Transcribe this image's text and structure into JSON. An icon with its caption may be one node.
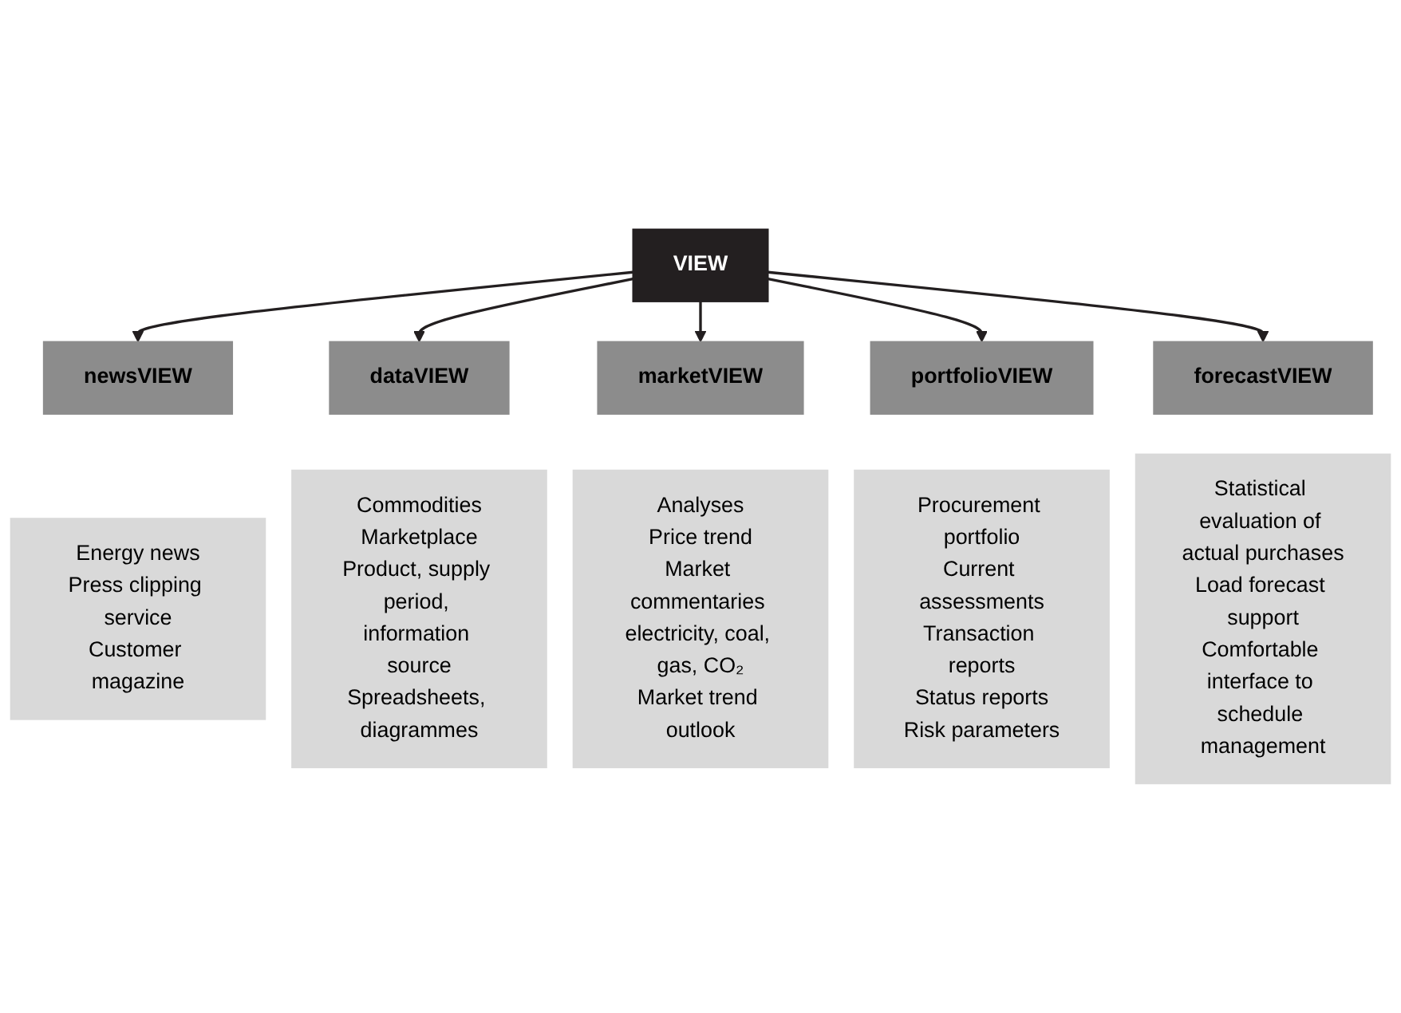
{
  "diagram": {
    "nodes": [
      {
        "text": [
          "VIEW"
        ]
      },
      {
        "text": [
          "newsVIEW"
        ]
      },
      {
        "text": [
          "Energy news",
          "Press clipping service",
          "Customer magazine"
        ]
      },
      {
        "text": [
          "dataVIEW"
        ]
      },
      {
        "text": [
          "Commodities",
          "Marketplace",
          "Product, supply period, information source",
          "Spreadsheets, diagrammes"
        ]
      },
      {
        "text": [
          "marketVIEW"
        ]
      },
      {
        "text": [
          "Analyses",
          "Price trend",
          "Market commentaries electricity, coal, gas, CO₂",
          "Market trend outlook"
        ]
      },
      {
        "text": [
          "portfolioVIEW"
        ]
      },
      {
        "text": [
          "Procurement portfolio",
          "Current assessments",
          "Transaction reports",
          "Status reports",
          "Risk parameters"
        ]
      },
      {
        "text": [
          "forecastVIEW"
        ]
      },
      {
        "text": [
          "Statistical evaluation of actual purchases",
          "Load forecast support",
          "Comfortable interface to schedule management"
        ]
      }
    ],
    "edges": [
      {
        "from": 0,
        "to": 1,
        "arrow": "to"
      },
      {
        "from": 0,
        "to": 3,
        "arrow": "to"
      },
      {
        "from": 0,
        "to": 5,
        "arrow": "to"
      },
      {
        "from": 0,
        "to": 7,
        "arrow": "to"
      },
      {
        "from": 0,
        "to": 9,
        "arrow": "to"
      }
    ]
  }
}
